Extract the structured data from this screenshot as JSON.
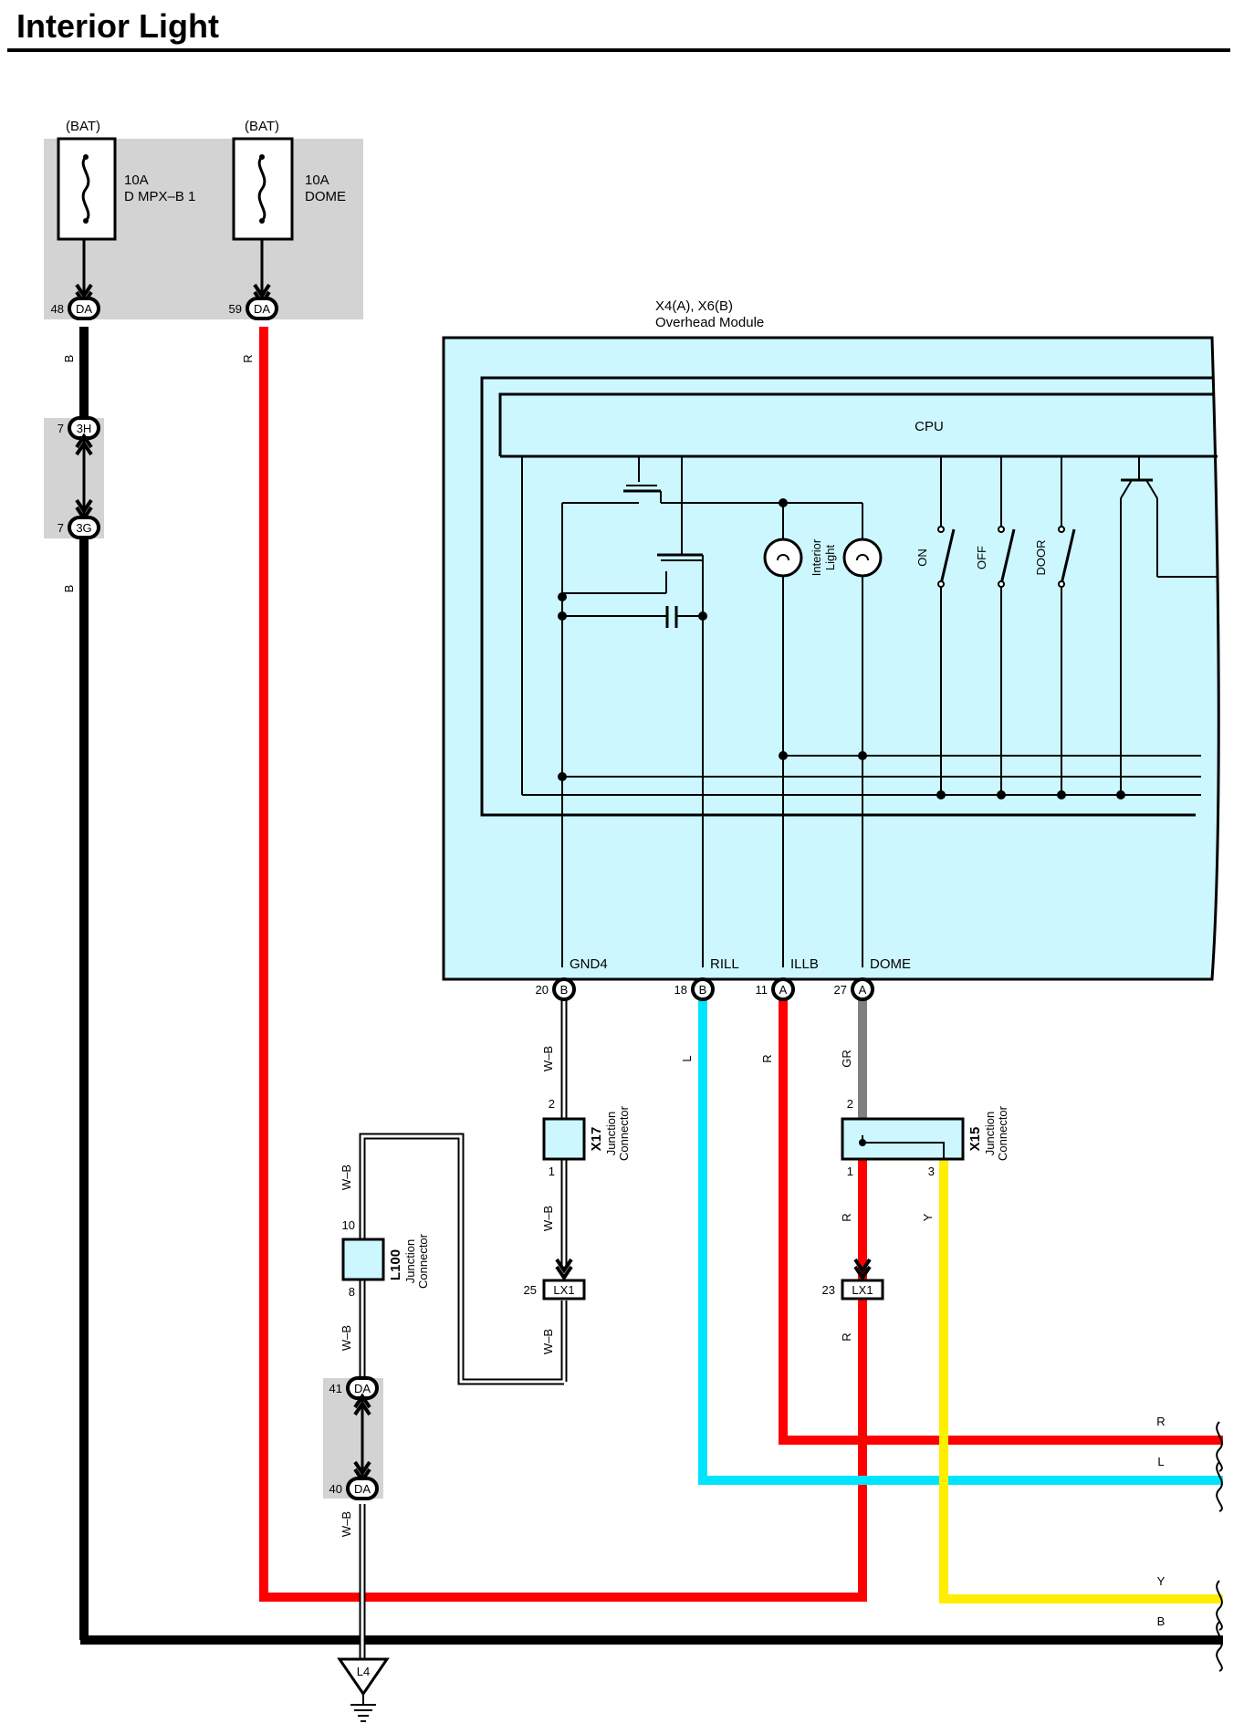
{
  "title": "Interior Light",
  "colors": {
    "wire_black": "#000000",
    "wire_red": "#ff0000",
    "wire_blue": "#00e5ff",
    "wire_yellow": "#ffee00",
    "wire_gray": "#808080",
    "module_fill": "#ccf7ff",
    "fuse_box_fill": "#d3d3d3"
  },
  "fuses": [
    {
      "source": "(BAT)",
      "rating": "10A",
      "name": "D MPX–B 1",
      "pin": "48",
      "connector": "DA"
    },
    {
      "source": "(BAT)",
      "rating": "10A",
      "name": "DOME",
      "pin": "59",
      "connector": "DA"
    }
  ],
  "inline_connectors": {
    "upper": {
      "pin": "7",
      "code": "3H"
    },
    "lower": {
      "pin": "7",
      "code": "3G"
    },
    "da_upper": {
      "pin": "41",
      "code": "DA"
    },
    "da_lower": {
      "pin": "40",
      "code": "DA"
    }
  },
  "module": {
    "id": "X4(A), X6(B)",
    "name": "Overhead Module",
    "cpu_label": "CPU",
    "lamp_label_1": "Interior",
    "lamp_label_2": "Light",
    "switches": [
      "ON",
      "OFF",
      "DOOR"
    ],
    "terminals": [
      {
        "name": "GND4",
        "pin": "20",
        "conn": "B"
      },
      {
        "name": "RILL",
        "pin": "18",
        "conn": "B"
      },
      {
        "name": "ILLB",
        "pin": "11",
        "conn": "A"
      },
      {
        "name": "DOME",
        "pin": "27",
        "conn": "A"
      }
    ]
  },
  "junction_connectors": {
    "x17": {
      "id": "X17",
      "line1": "Junction",
      "line2": "Connector",
      "pin_top": "2",
      "pin_bottom": "1"
    },
    "x15": {
      "id": "X15",
      "line1": "Junction",
      "line2": "Connector",
      "pin_top": "2",
      "pin_bottom_left": "1",
      "pin_bottom_right": "3"
    },
    "l100": {
      "id": "L100",
      "line1": "Junction",
      "line2": "Connector",
      "pin_top": "10",
      "pin_bottom": "8"
    }
  },
  "lx1_connectors": [
    {
      "pin": "25",
      "code": "LX1"
    },
    {
      "pin": "23",
      "code": "LX1"
    }
  ],
  "ground": {
    "code": "L4"
  },
  "wire_labels": {
    "b_top": "B",
    "b_mid": "B",
    "r_dome": "R",
    "wb_gnd": "W–B",
    "l_rill": "L",
    "r_illb": "R",
    "gr_dome": "GR",
    "wb_x17": "W–B",
    "wb_loop": "W–B",
    "wb_l100_top": "W–B",
    "wb_l100_bot": "W–B",
    "wb_l100_gnd": "W–B",
    "r_x15": "R",
    "y_x15": "Y",
    "r_lx1": "R"
  },
  "right_exit_labels": [
    "R",
    "L",
    "Y",
    "B"
  ]
}
